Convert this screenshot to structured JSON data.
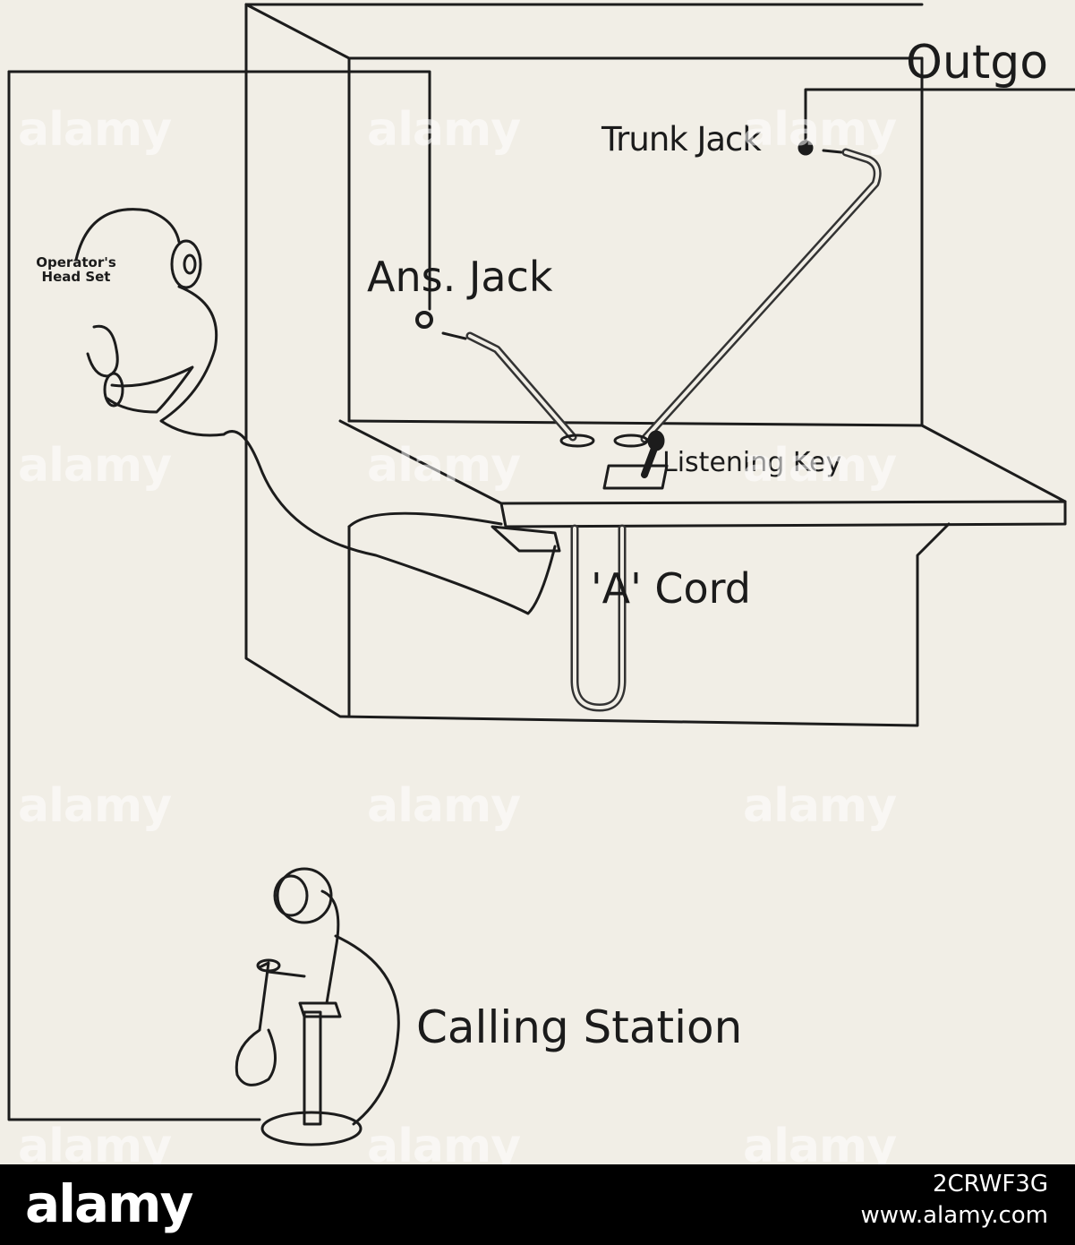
{
  "labels": {
    "outgoing": "Outgo",
    "trunk_jack": "Trunk Jack",
    "ans_jack": "Ans. Jack",
    "head_set": "Operator's Head Set",
    "listening_key": "Listening Key",
    "a_cord": "'A' Cord",
    "calling_station": "Calling Station"
  },
  "watermark": {
    "text": "alamy"
  },
  "footer": {
    "brand": "alamy",
    "image_id": "2CRWF3G",
    "url": "www.alamy.com"
  }
}
